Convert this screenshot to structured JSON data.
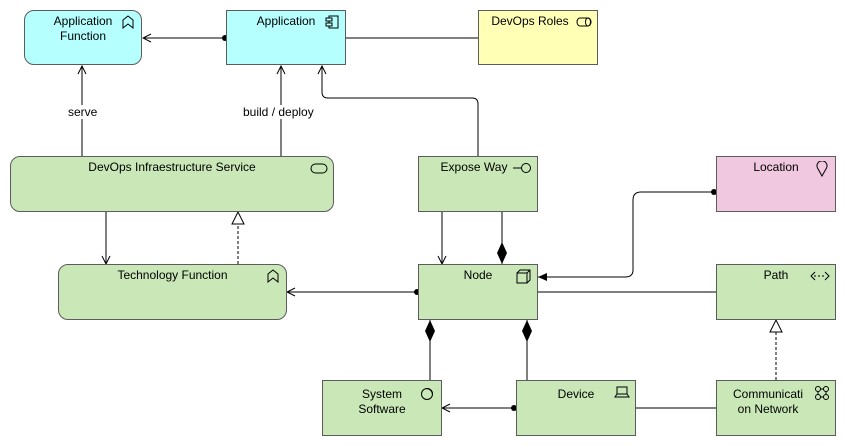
{
  "elements": {
    "application_function": "Application\nFunction",
    "application": "Application",
    "devops_roles": "DevOps Roles",
    "devops_service": "DevOps Infraestructure Service",
    "expose_way": "Expose Way",
    "location": "Location",
    "technology_function": "Technology Function",
    "node": "Node",
    "path": "Path",
    "system_software": "System\nSoftware",
    "device": "Device",
    "communication_network": "Communicati\non Network"
  },
  "relations": {
    "serve": "serve",
    "build_deploy": "build / deploy"
  },
  "icons": {
    "application_function": "function-chevron-icon",
    "application": "application-component-icon",
    "devops_roles": "role-icon",
    "devops_service": "service-icon",
    "expose_way": "interface-icon",
    "location": "location-pin-icon",
    "technology_function": "function-chevron-icon",
    "node": "node-box-icon",
    "path": "path-arrows-icon",
    "system_software": "system-software-icon",
    "device": "device-laptop-icon",
    "communication_network": "network-icon"
  },
  "colors": {
    "application_layer": "#b5ffff",
    "business_layer": "#ffffb5",
    "technology_layer": "#c9e7b7",
    "location": "#f0c8e0"
  }
}
